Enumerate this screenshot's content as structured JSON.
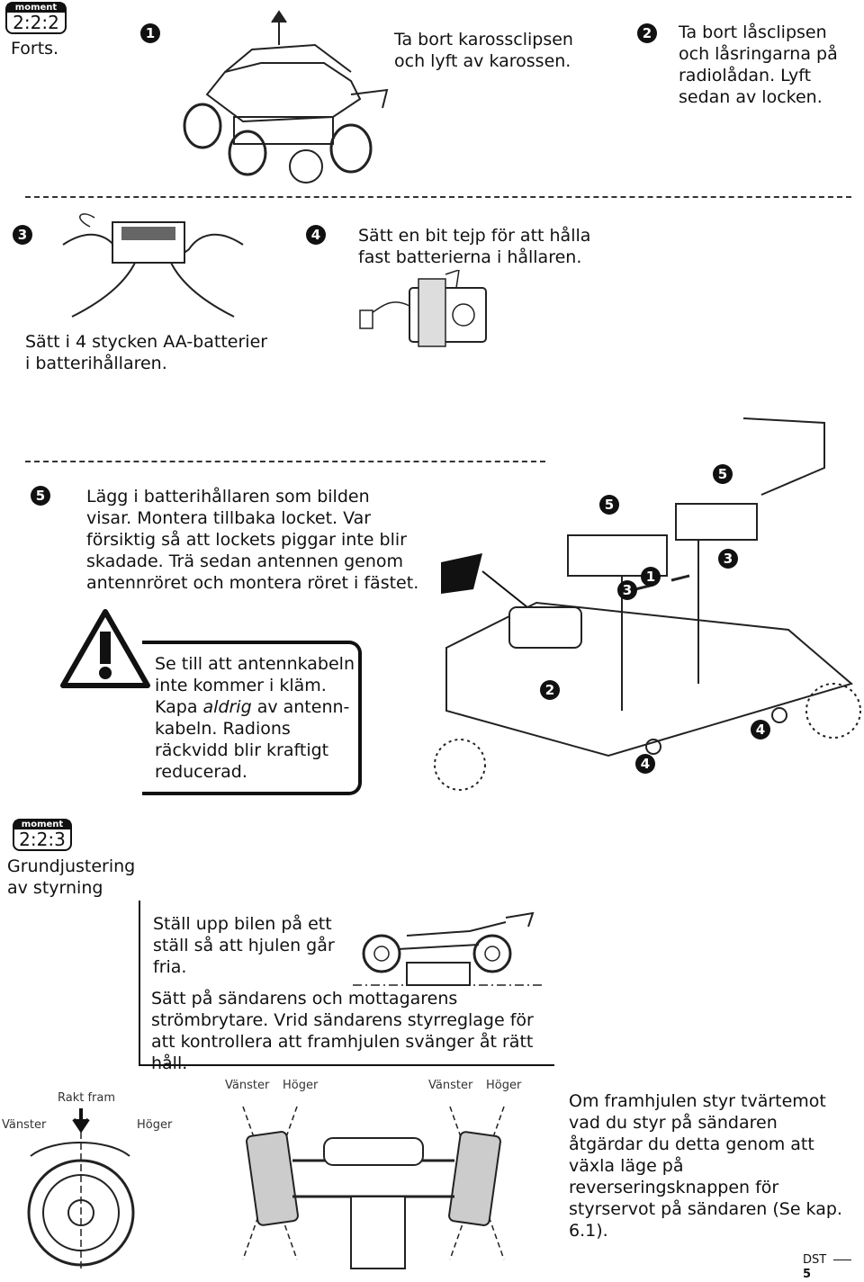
{
  "header": {
    "badge_top": "moment",
    "badge_value": "2:2:2",
    "subtitle": "Forts."
  },
  "steps": {
    "s1": {
      "num": "1",
      "text": "Ta bort karossclipsen och lyft av karossen."
    },
    "s2": {
      "num": "2",
      "text": "Ta bort låsclipsen och låsringarna på radiolådan. Lyft sedan av locken."
    },
    "s3": {
      "num": "3",
      "text": "Sätt i 4 stycken AA-batterier i batterihållaren."
    },
    "s4": {
      "num": "4",
      "text": "Sätt en bit tejp för att hålla fast batterierna i hållaren."
    },
    "s5": {
      "num": "5",
      "text": "Lägg i batterihållaren som bilden visar. Montera tillbaka locket. Var försiktig så att lockets piggar inte blir skadade. Trä sedan antennen genom antenn­röret och montera röret i fästet."
    }
  },
  "warning": {
    "line1": "Se till att antennkabeln inte kommer i kläm. Kapa ",
    "emphasis": "aldrig",
    "line2": " av antenn­kabeln. Radions räckvidd blir kraftigt reducerad."
  },
  "diagram_labels": {
    "n1": "1",
    "n2": "2",
    "n3a": "3",
    "n3b": "3",
    "n4a": "4",
    "n4b": "4",
    "n5a": "5",
    "n5b": "5"
  },
  "section2": {
    "badge_top": "moment",
    "badge_value": "2:2:3",
    "title": "Grundjustering av styrning",
    "box_text1": "Ställ upp bilen på ett ställ så att hjulen går fria.",
    "box_text2": "Sätt på sändarens och mottagarens strömbrytare. Vrid sändarens styrreglage för att kontrollera att framhjulen svänger åt rätt håll."
  },
  "steering_labels": {
    "straight": "Rakt fram",
    "left": "Vänster",
    "right": "Höger",
    "left2": "Vänster",
    "right2": "Höger",
    "left3": "Vänster",
    "right3": "Höger"
  },
  "note": "Om framhjulen styr tvärtemot vad du styr på sändaren åtgärdar du detta genom att växla läge på reverseringsknappen för styrservot på sändaren (Se kap. 6.1).",
  "footer": {
    "brand": "DST",
    "page": "5"
  }
}
